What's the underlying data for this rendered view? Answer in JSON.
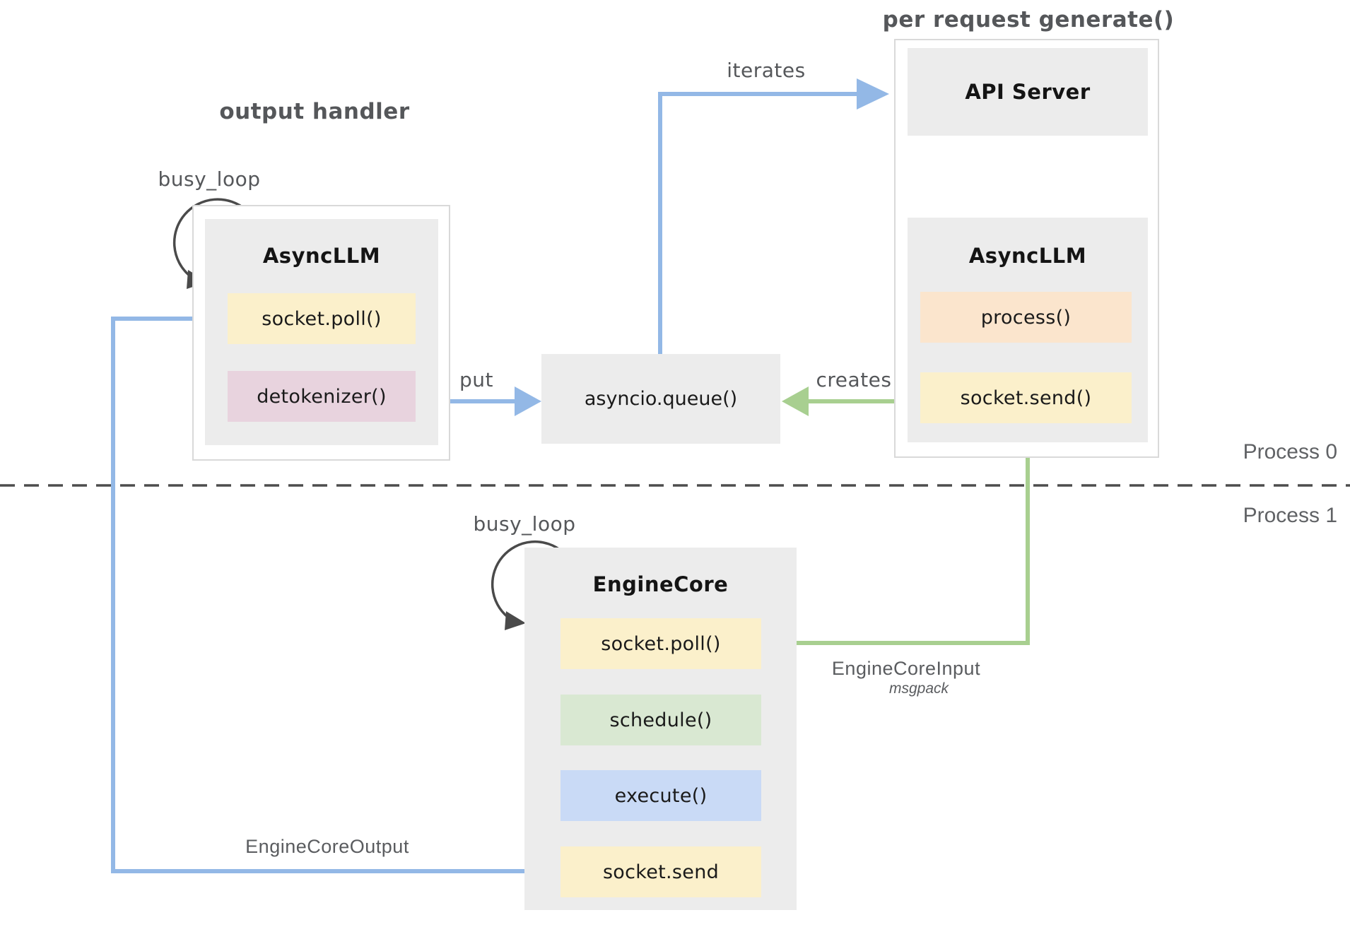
{
  "titles": {
    "output_handler": "output handler",
    "per_request_generate": "per request generate()"
  },
  "labels": {
    "busy_loop_top": "busy_loop",
    "busy_loop_bottom": "busy_loop",
    "iterates": "iterates",
    "put": "put",
    "creates": "creates",
    "engine_core_input": "EngineCoreInput",
    "msgpack": "msgpack",
    "engine_core_output": "EngineCoreOutput",
    "process_0": "Process 0",
    "process_1": "Process 1"
  },
  "left_asyncllm": {
    "title": "AsyncLLM",
    "methods": [
      {
        "label": "socket.poll()",
        "color": "#fbf0cb"
      },
      {
        "label": "detokenizer()",
        "color": "#e8d3de"
      }
    ]
  },
  "queue": {
    "label": "asyncio.queue()"
  },
  "right_panel": {
    "api_server_label": "API Server",
    "asyncllm_title": "AsyncLLM",
    "methods": [
      {
        "label": "process()",
        "color": "#fbe5cd"
      },
      {
        "label": "socket.send()",
        "color": "#fbf0cb"
      }
    ]
  },
  "engine_core": {
    "title": "EngineCore",
    "methods": [
      {
        "label": "socket.poll()",
        "color": "#fbf0cb"
      },
      {
        "label": "schedule()",
        "color": "#d9e8d2"
      },
      {
        "label": "execute()",
        "color": "#c9daf6"
      },
      {
        "label": "socket.send",
        "color": "#fbf0cb"
      }
    ]
  },
  "colors": {
    "container_gray": "#ececec",
    "outer_border": "#d9d9d9",
    "arrow_blue": "#93b8e6",
    "arrow_green": "#a8cf90",
    "loop_arrow_dark": "#4a4a4a",
    "divider_dash": "#4d4d4d",
    "label_gray": "#55575a"
  }
}
